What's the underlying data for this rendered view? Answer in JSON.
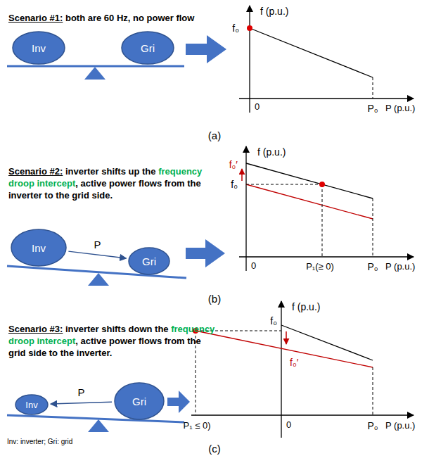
{
  "diagram": {
    "nodes": [
      {
        "text": [
          "Inv"
        ]
      },
      {
        "text": [
          "Gri"
        ]
      },
      {
        "text": [
          "Inv"
        ]
      },
      {
        "text": [
          "Gri"
        ]
      },
      {
        "text": [
          "Inv"
        ]
      },
      {
        "text": [
          "Gri"
        ]
      }
    ],
    "edges": [
      {
        "from": 2,
        "to": 3,
        "label": "P",
        "arrow": "to"
      },
      {
        "from": 5,
        "to": 4,
        "label": "P",
        "arrow": "to"
      }
    ],
    "labels": [
      "Scenario #1:",
      "both are 60 Hz, no power flow",
      "f (p.u.)",
      "f₀",
      "0",
      "P₀",
      "P (p.u.)",
      "(a)",
      "Scenario #2:",
      "inverter shifts up the",
      "frequency droop intercept",
      ", active power flows from the inverter to the grid side.",
      "f (p.u.)",
      "f₀′",
      "f₀",
      "0",
      "P₁(≥ 0)",
      "P₀",
      "P (p.u.)",
      "(b)",
      "Scenario #3:",
      "inverter shifts down the",
      "frequency droop intercept",
      ", active power flows from the grid side to the inverter.",
      "Inv: inverter; Gri: grid",
      "f (p.u.)",
      "f₀",
      "f₀′",
      "P₁ ≤ 0)",
      "0",
      "P₀",
      "P (p.u.)",
      "(c)"
    ]
  }
}
